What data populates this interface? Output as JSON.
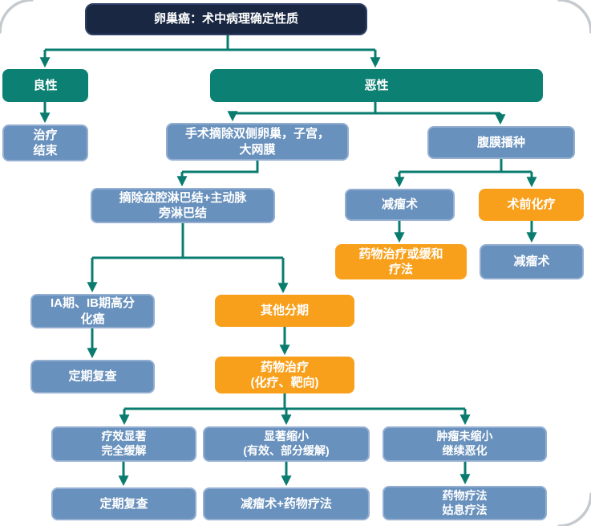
{
  "figure": {
    "type": "flowchart",
    "language": "zh-CN",
    "topic": "卵巢癌治疗流程"
  },
  "colors": {
    "navy": "#1a2742",
    "navy_border": "#2f4068",
    "teal": "#0c8073",
    "blue": "#6991bd",
    "blue_border": "#93aed1",
    "orange": "#f8a01b",
    "connector": "#0a7c6f",
    "frame": "#c5cacf",
    "text": "#ffffff",
    "background": "#ffffff"
  },
  "nodes": {
    "title": {
      "label": "卵巢癌：术中病理确定性质",
      "type": "navy"
    },
    "benign": {
      "label": "良性",
      "type": "teal"
    },
    "malignant": {
      "label": "恶性",
      "type": "teal"
    },
    "treatment_end": {
      "label": "治疗\n结束",
      "type": "blue"
    },
    "surgery": {
      "label": "手术摘除双侧卵巢，子宫，\n大网膜",
      "type": "blue"
    },
    "peritoneal_seeding": {
      "label": "腹膜播种",
      "type": "blue"
    },
    "lymph_node_removal": {
      "label": "摘除盆腔淋巴结+主动脉\n旁淋巴结",
      "type": "blue"
    },
    "debulking_1": {
      "label": "减瘤术",
      "type": "blue"
    },
    "preop_chemo": {
      "label": "术前化疗",
      "type": "orange"
    },
    "drug_or_palliative": {
      "label": "药物治疗或缓和\n疗法",
      "type": "orange"
    },
    "debulking_2": {
      "label": "减瘤术",
      "type": "blue"
    },
    "stage_ia_ib": {
      "label": "IA期、IB期高分\n化癌",
      "type": "blue"
    },
    "other_stages": {
      "label": "其他分期",
      "type": "orange"
    },
    "periodic_review_1": {
      "label": "定期复查",
      "type": "blue"
    },
    "drug_therapy": {
      "label": "药物治疗\n(化疗、靶向)",
      "type": "orange"
    },
    "marked_response": {
      "label": "疗效显著\n完全缓解",
      "type": "blue"
    },
    "partial_response": {
      "label": "显著缩小\n(有效、部分缓解)",
      "type": "blue"
    },
    "no_response": {
      "label": "肿瘤未缩小\n继续恶化",
      "type": "blue"
    },
    "periodic_review_2": {
      "label": "定期复查",
      "type": "blue"
    },
    "debulking_plus_drug": {
      "label": "减瘤术+药物疗法",
      "type": "blue"
    },
    "drug_palliative_therapy": {
      "label": "药物疗法\n姑息疗法",
      "type": "blue"
    }
  },
  "edges": [
    {
      "from": "title",
      "to": "benign"
    },
    {
      "from": "title",
      "to": "malignant"
    },
    {
      "from": "benign",
      "to": "treatment_end"
    },
    {
      "from": "malignant",
      "to": "surgery"
    },
    {
      "from": "malignant",
      "to": "peritoneal_seeding"
    },
    {
      "from": "surgery",
      "to": "lymph_node_removal"
    },
    {
      "from": "peritoneal_seeding",
      "to": "debulking_1"
    },
    {
      "from": "peritoneal_seeding",
      "to": "preop_chemo"
    },
    {
      "from": "debulking_1",
      "to": "drug_or_palliative"
    },
    {
      "from": "preop_chemo",
      "to": "debulking_2"
    },
    {
      "from": "lymph_node_removal",
      "to": "stage_ia_ib"
    },
    {
      "from": "lymph_node_removal",
      "to": "other_stages"
    },
    {
      "from": "stage_ia_ib",
      "to": "periodic_review_1"
    },
    {
      "from": "other_stages",
      "to": "drug_therapy"
    },
    {
      "from": "drug_therapy",
      "to": "marked_response"
    },
    {
      "from": "drug_therapy",
      "to": "partial_response"
    },
    {
      "from": "drug_therapy",
      "to": "no_response"
    },
    {
      "from": "marked_response",
      "to": "periodic_review_2"
    },
    {
      "from": "partial_response",
      "to": "debulking_plus_drug"
    },
    {
      "from": "no_response",
      "to": "drug_palliative_therapy"
    }
  ]
}
